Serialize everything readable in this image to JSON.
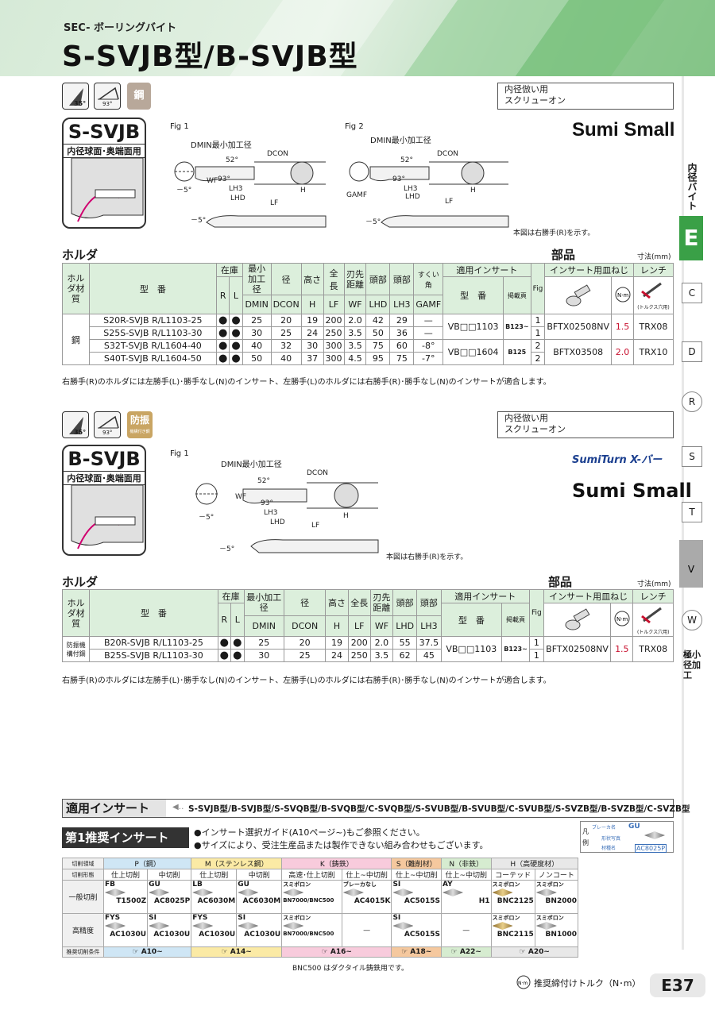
{
  "header": {
    "subtitle": "SEC- ボーリングバイト",
    "title": "S-SVJB型/B-SVJB型"
  },
  "side_tabs": {
    "vertical_label": "内径バイト",
    "E": "E",
    "C": "C",
    "D": "D",
    "R": "R",
    "S": "S",
    "T": "T",
    "V": "V",
    "W": "W",
    "bottom": "極小径加工"
  },
  "section1": {
    "icons": {
      "angle1": "35°",
      "angle2": "93°",
      "material": "鋼"
    },
    "name": "S-SVJB",
    "subname": "内径球面･奥端面用",
    "desc_line1": "内径倣い用",
    "desc_line2": "スクリューオン",
    "logo": "Sumi Small",
    "fig1_label": "Fig 1",
    "fig2_label": "Fig 2",
    "fig_dmin": "DMIN最小加工径",
    "fig_note": "本図は右勝手(R)を示す。",
    "holder_title": "ホルダ",
    "parts_title": "部品",
    "unit": "寸法(mm)",
    "headers": {
      "material": "ホルダ材質",
      "model": "型　番",
      "stock": "在庫",
      "R": "R",
      "L": "L",
      "min_dia": "最小加工径",
      "DMIN": "DMIN",
      "dia": "径",
      "DCON": "DCON",
      "height": "高さ",
      "H": "H",
      "length": "全長",
      "LF": "LF",
      "edge": "刃先距離",
      "WF": "WF",
      "head": "頭部",
      "LHD": "LHD",
      "LH3": "LH3",
      "rake": "すくい角",
      "GAMF": "GAMF",
      "insert": "適用インサート",
      "insert_model": "型　番",
      "page": "掲載頁",
      "fig": "Fig",
      "screw": "インサート用皿ねじ",
      "wrench": "レンチ",
      "torque_label": "(トルクス穴用)"
    },
    "rows": [
      {
        "model": "S20R-SVJB R/L1103-25",
        "R": "●",
        "L": "●",
        "DMIN": "25",
        "DCON": "20",
        "H": "19",
        "LF": "200",
        "WF": "2.0",
        "LHD": "42",
        "LH3": "29",
        "GAMF": "—",
        "fig": "1"
      },
      {
        "model": "S25S-SVJB R/L1103-30",
        "R": "●",
        "L": "●",
        "DMIN": "30",
        "DCON": "25",
        "H": "24",
        "LF": "250",
        "WF": "3.5",
        "LHD": "50",
        "LH3": "36",
        "GAMF": "—",
        "fig": "1"
      },
      {
        "model": "S32T-SVJB R/L1604-40",
        "R": "●",
        "L": "●",
        "DMIN": "40",
        "DCON": "32",
        "H": "30",
        "LF": "300",
        "WF": "3.5",
        "LHD": "75",
        "LH3": "60",
        "GAMF": "-8°",
        "fig": "2"
      },
      {
        "model": "S40T-SVJB R/L1604-50",
        "R": "●",
        "L": "●",
        "DMIN": "50",
        "DCON": "40",
        "H": "37",
        "LF": "300",
        "WF": "4.5",
        "LHD": "95",
        "LH3": "75",
        "GAMF": "-7°",
        "fig": "2"
      }
    ],
    "material_value": "鋼",
    "inserts": [
      {
        "model": "VB□□1103",
        "page": "B123~",
        "screw": "BFTX02508NV",
        "torque": "1.5",
        "wrench": "TRX08"
      },
      {
        "model": "VB□□1604",
        "page": "B125",
        "screw": "BFTX03508",
        "torque": "2.0",
        "wrench": "TRX10"
      }
    ],
    "footnote": "右勝手(R)のホルダには左勝手(L)･勝手なし(N)のインサート、左勝手(L)のホルダには右勝手(R)･勝手なし(N)のインサートが適合します。"
  },
  "section2": {
    "icons": {
      "angle1": "35°",
      "angle2": "93°",
      "damp": "防振",
      "damp_sub": "機構付き鋼"
    },
    "name": "B-SVJB",
    "subname": "内径球面･奥端面用",
    "desc_line1": "内径倣い用",
    "desc_line2": "スクリューオン",
    "logo1": "SumiTurn X-バー",
    "logo2": "Sumi Small",
    "fig1_label": "Fig 1",
    "fig_dmin": "DMIN最小加工径",
    "fig_note": "本図は右勝手(R)を示す。",
    "holder_title": "ホルダ",
    "parts_title": "部品",
    "unit": "寸法(mm)",
    "material_value": "防振機構付鋼",
    "rows": [
      {
        "model": "B20R-SVJB R/L1103-25",
        "R": "●",
        "L": "●",
        "DMIN": "25",
        "DCON": "20",
        "H": "19",
        "LF": "200",
        "WF": "2.0",
        "LHD": "55",
        "LH3": "37.5",
        "fig": "1"
      },
      {
        "model": "B25S-SVJB R/L1103-30",
        "R": "●",
        "L": "●",
        "DMIN": "30",
        "DCON": "25",
        "H": "24",
        "LF": "250",
        "WF": "3.5",
        "LHD": "62",
        "LH3": "45",
        "fig": "1"
      }
    ],
    "insert": {
      "model": "VB□□1103",
      "page": "B123~",
      "screw": "BFTX02508NV",
      "torque": "1.5",
      "wrench": "TRX08"
    },
    "footnote": "右勝手(R)のホルダには左勝手(L)･勝手なし(N)のインサート、左勝手(L)のホルダには右勝手(R)･勝手なし(N)のインサートが適合します。"
  },
  "applicable": {
    "title": "適用インサート",
    "models": "S-SVJB型/B-SVJB型/S-SVQB型/B-SVQB型/C-SVQB型/S-SVUB型/B-SVUB型/C-SVUB型/S-SVZB型/B-SVZB型/C-SVZB型",
    "recommend_title": "第1推奨インサート",
    "bullet1": "●インサート選択ガイド(A10ページ~)もご参照ください。",
    "bullet2": "●サイズにより、受注生産品または製作できない組み合わせもございます。",
    "legend_label": "凡例",
    "legend_breaker": "ブレーカ名",
    "legend_photo": "形状写真",
    "legend_material": "材種名",
    "legend_gu": "GU",
    "legend_ac": "AC8025P",
    "row_label_cut": "切削領域",
    "row_label_form": "切削形態",
    "cat_P": "P（鋼）",
    "cat_M": "M（ステンレス鋼）",
    "cat_K": "K（鋳鉄）",
    "cat_S": "S（難削材）",
    "cat_N": "N（非鉄）",
    "cat_H": "H（高硬度材）",
    "forms": [
      "仕上切削",
      "中切削",
      "仕上切削",
      "中切削",
      "高速･仕上切削",
      "仕上~中切削",
      "仕上~中切削",
      "仕上~中切削",
      "コーテッド",
      "ノンコート"
    ],
    "general_label": "一般切削",
    "general": [
      {
        "breaker": "FB",
        "grade": "T1500Z"
      },
      {
        "breaker": "GU",
        "grade": "AC8025P"
      },
      {
        "breaker": "LB",
        "grade": "AC6030M"
      },
      {
        "breaker": "GU",
        "grade": "AC6030M"
      },
      {
        "breaker": "スミボロン",
        "grade": "BN7000/BNC500"
      },
      {
        "breaker": "ブレーカなし",
        "grade": "AC4015K"
      },
      {
        "breaker": "SI",
        "grade": "AC5015S"
      },
      {
        "breaker": "AY",
        "grade": "H1"
      },
      {
        "breaker": "スミボロン",
        "grade": "BNC2125"
      },
      {
        "breaker": "スミボロン",
        "grade": "BN2000"
      }
    ],
    "precision_label": "高精度",
    "precision": [
      {
        "breaker": "FYS",
        "grade": "AC1030U"
      },
      {
        "breaker": "SI",
        "grade": "AC1030U"
      },
      {
        "breaker": "FYS",
        "grade": "AC1030U"
      },
      {
        "breaker": "SI",
        "grade": "AC1030U"
      },
      {
        "breaker": "スミボロン",
        "grade": "BN7000/BNC500"
      },
      {
        "breaker": "",
        "grade": "—"
      },
      {
        "breaker": "SI",
        "grade": "AC5015S"
      },
      {
        "breaker": "",
        "grade": "—"
      },
      {
        "breaker": "スミボロン",
        "grade": "BNC2115"
      },
      {
        "breaker": "スミボロン",
        "grade": "BN1000"
      }
    ],
    "cond_label": "推奨切削条件",
    "cond": [
      "A10~",
      "A14~",
      "A16~",
      "A18~",
      "A22~",
      "A20~"
    ],
    "bnc_note": "BNC500 はダクタイル鋳鉄用です。"
  },
  "footer": {
    "torque_note": "推奨締付けトルク（N･m）",
    "page": "E37"
  }
}
